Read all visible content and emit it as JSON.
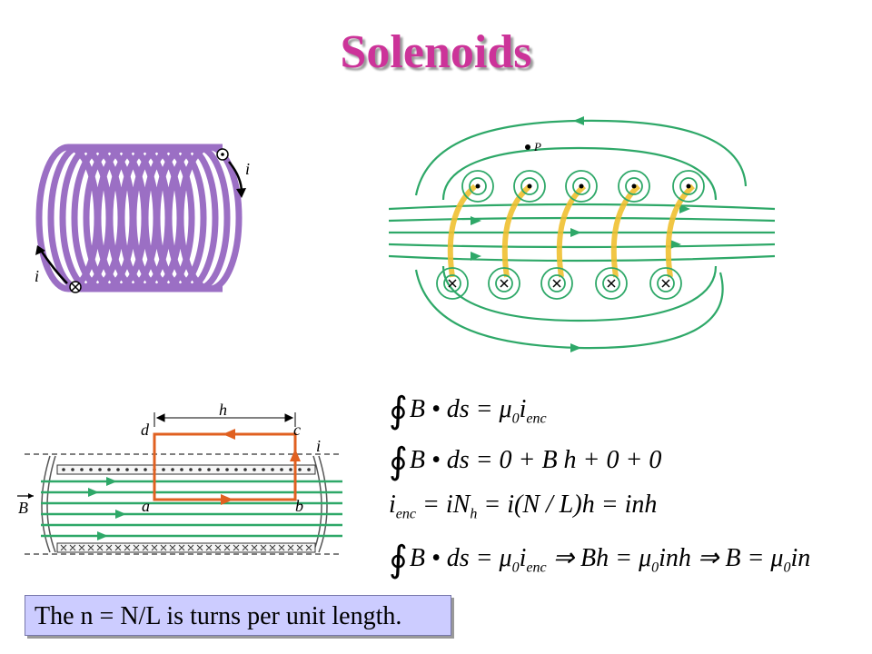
{
  "slide": {
    "title": "Solenoids",
    "note": "The n = N/L is turns per unit length."
  },
  "figure_coil": {
    "current_label_top": "i",
    "current_label_bottom": "i"
  },
  "figure_field": {
    "point_label": "P"
  },
  "figure_section": {
    "h_label": "h",
    "a_label": "a",
    "b_label": "b",
    "c_label": "c",
    "d_label": "d",
    "i_label": "i",
    "B_label": "B"
  },
  "equations": {
    "eq1": {
      "lhs": "B • ds =",
      "rhs": "μ",
      "sub0": "0",
      "i": "i",
      "sub_enc": "enc"
    },
    "eq2": {
      "lhs": "B • ds =",
      "rhs": "0 + B h + 0 + 0"
    },
    "eq3": {
      "lhs_i": "i",
      "sub_enc": "enc",
      "text1": " = iN",
      "sub_h": "h",
      "text2": " = i(N / L)h = inh"
    },
    "eq4": {
      "lhs": "B • ds =",
      "mu": "μ",
      "sub0": "0",
      "i": "i",
      "sub_enc": "enc",
      "mid": " ⇒ Bh = ",
      "mid2": "inh ⇒ B = ",
      "end": "in"
    }
  },
  "colors": {
    "title": "#cc3399",
    "coil": "#a070c8",
    "field_line": "#2ea868",
    "wire": "#f0c030",
    "loop": "#e06020",
    "note_bg": "#ccccff"
  }
}
